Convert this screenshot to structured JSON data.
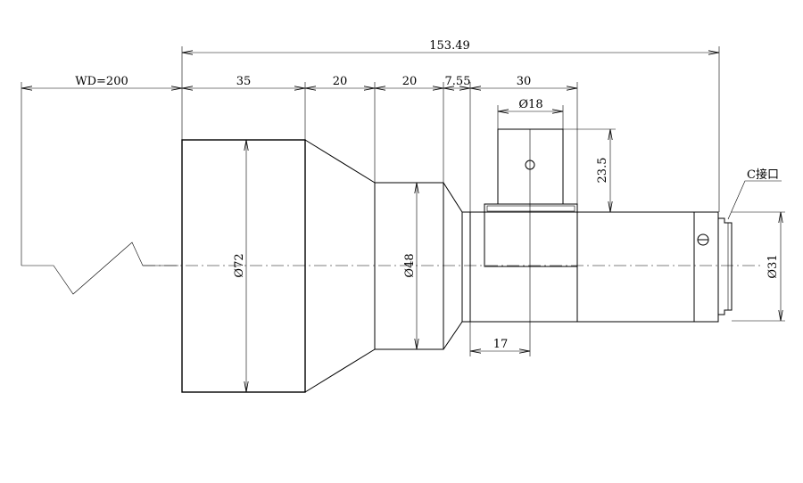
{
  "dimensions": {
    "overall_length": "153.49",
    "working_distance": "WD=200",
    "seg_front": "35",
    "seg_taper": "20",
    "seg_mid": "20",
    "seg_neck": "7.55",
    "seg_rear": "30",
    "port_diameter": "Ø18",
    "port_height": "23.5",
    "port_offset": "17",
    "front_diameter": "Ø72",
    "mid_diameter": "Ø48",
    "rear_diameter": "Ø31"
  },
  "callouts": {
    "mount": "C接口"
  }
}
